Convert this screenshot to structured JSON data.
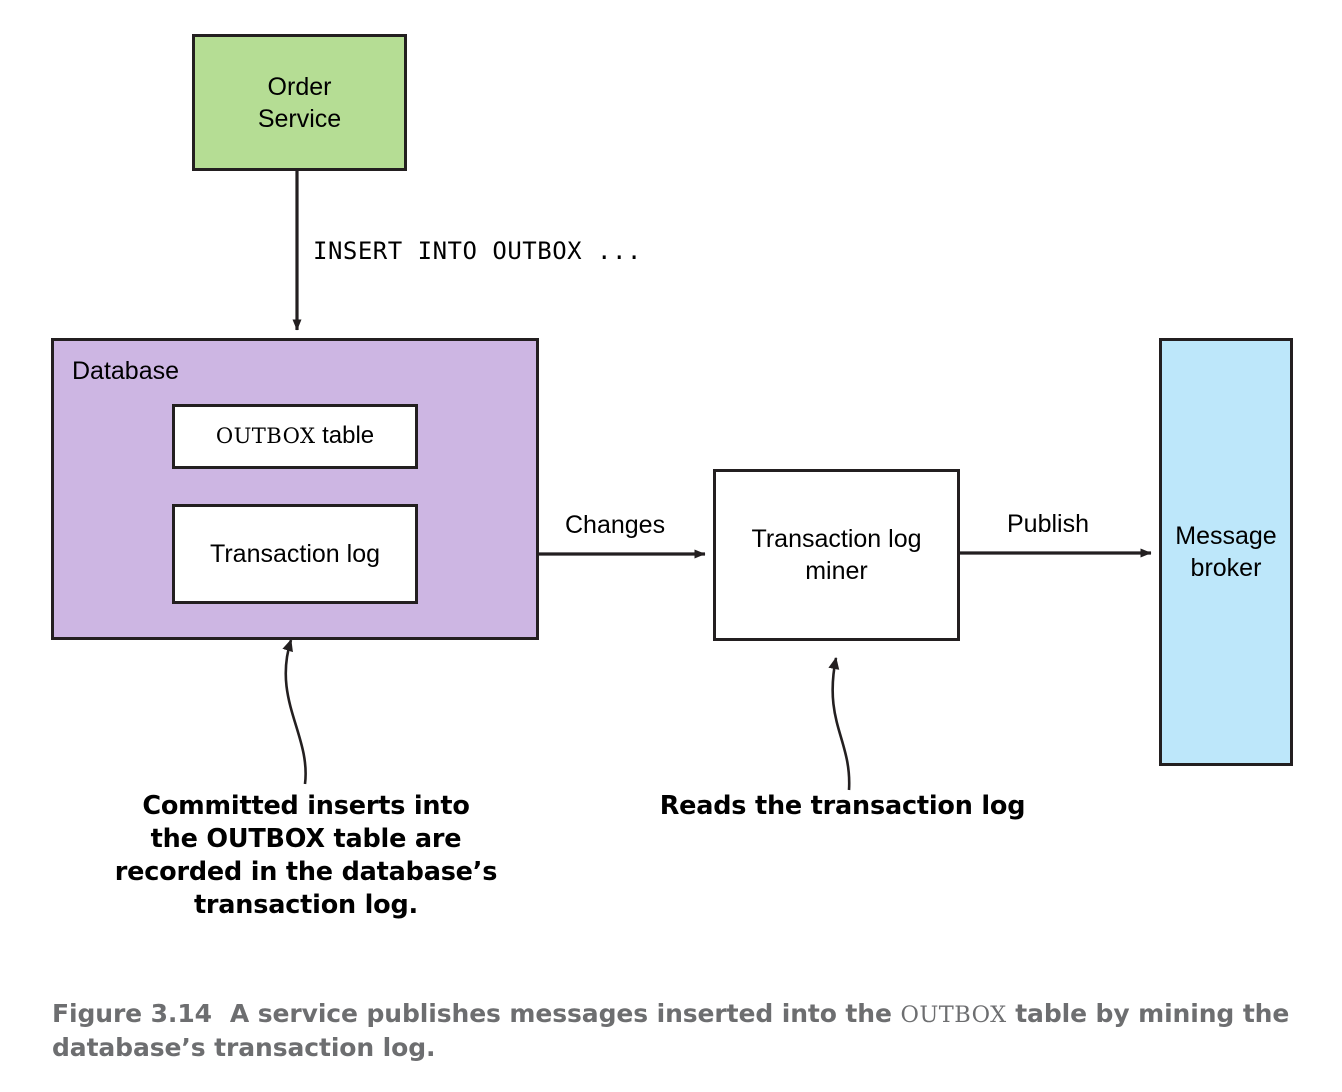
{
  "figure": {
    "nodes": {
      "order_service": {
        "label": "Order\nService",
        "fill": "#b5dd94"
      },
      "database": {
        "label": "Database",
        "fill": "#cdb6e3"
      },
      "outbox_table": {
        "mono_label": "OUTBOX",
        "rest_label": " table",
        "fill": "#ffffff"
      },
      "transaction_log": {
        "label": "Transaction log",
        "fill": "#ffffff"
      },
      "log_miner": {
        "label": "Transaction log\nminer",
        "fill": "#ffffff"
      },
      "message_broker": {
        "label": "Message\nbroker",
        "fill": "#bde7fa"
      }
    },
    "edges": {
      "insert": "INSERT INTO OUTBOX ...",
      "changes": "Changes",
      "publish": "Publish"
    },
    "callouts": {
      "committed_inserts": "Committed inserts into\nthe OUTBOX table are\nrecorded in the database’s\ntransaction log.",
      "reads_log": "Reads the transaction log"
    },
    "caption": {
      "number": "Figure 3.14",
      "text_before": "A service publishes messages inserted into the ",
      "mono": "OUTBOX",
      "text_after": " table by mining the database’s transaction log.",
      "color": "#6d6e70"
    },
    "colors": {
      "stroke": "#231f20",
      "green": "#b5dd94",
      "purple": "#cdb6e3",
      "blue": "#bde7fa",
      "white": "#ffffff"
    }
  }
}
